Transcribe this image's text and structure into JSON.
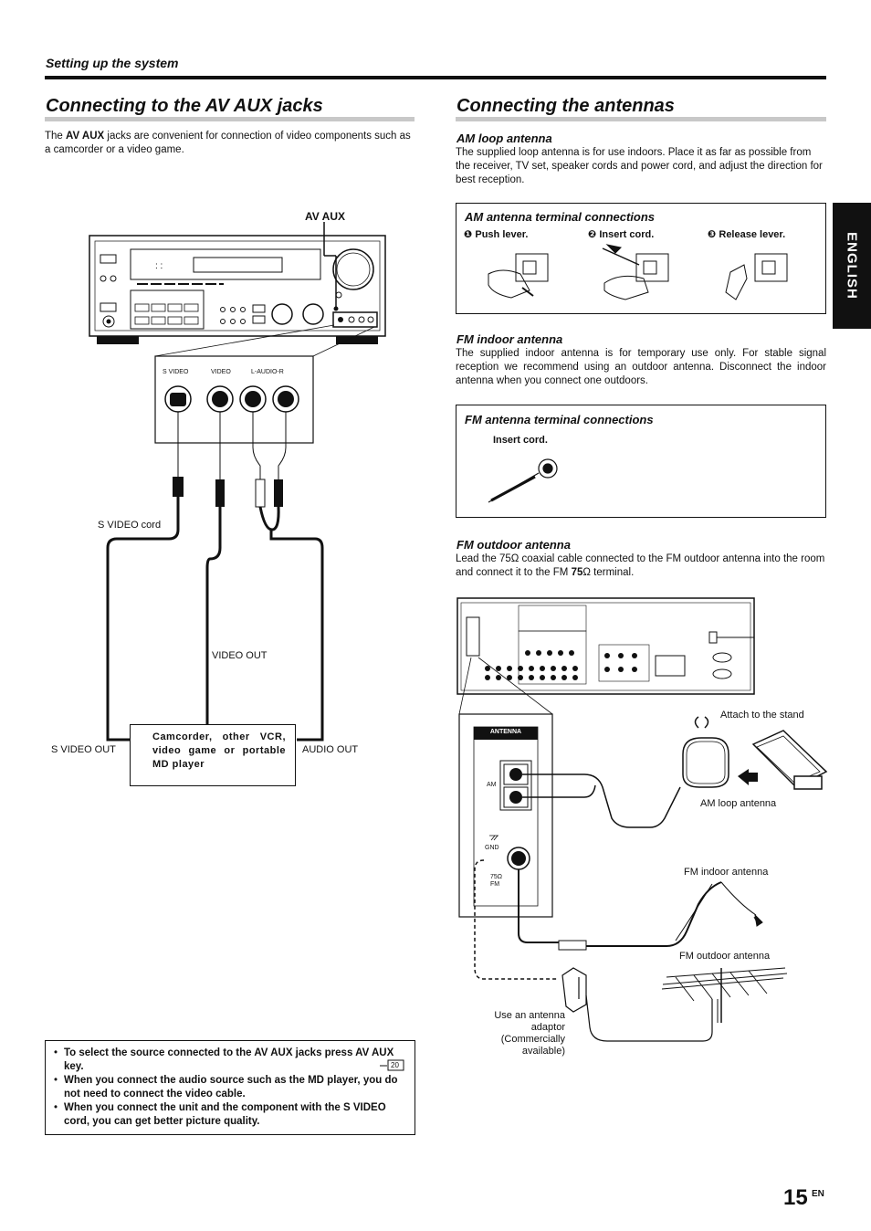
{
  "header": {
    "section": "Setting up the system"
  },
  "left": {
    "title": "Connecting to the AV AUX jacks",
    "intro_pre": "The ",
    "intro_bold": "AV AUX",
    "intro_post": " jacks are convenient for connection of video components such as a camcorder or a video game.",
    "av_aux_label": "AV AUX",
    "panel_labels": {
      "s_video": "S VIDEO",
      "video": "VIDEO",
      "audio": "L-AUDIO-R"
    },
    "s_video_cord": "S VIDEO cord",
    "video_out": "VIDEO OUT",
    "s_video_out": "S VIDEO OUT",
    "audio_out": "AUDIO OUT",
    "device_box": "Camcorder, other VCR, video game or portable MD player",
    "notes": [
      "To select the source connected to the AV AUX jacks press AV AUX key.",
      "When you connect the audio source such as the MD player, you do not need to connect the video cable.",
      "When you connect the unit and the component with the S VIDEO cord, you can get better picture quality."
    ],
    "note_ref_page": "20"
  },
  "right": {
    "title": "Connecting the antennas",
    "am": {
      "heading": "AM loop antenna",
      "text": "The supplied loop antenna is for use indoors. Place it as far as possible from the receiver, TV set, speaker cords and power cord, and adjust the direction for best reception.",
      "box_title": "AM antenna terminal connections",
      "steps": [
        "❶ Push lever.",
        "❷ Insert cord.",
        "❸ Release lever."
      ]
    },
    "fm_indoor": {
      "heading": "FM indoor antenna",
      "text": "The supplied indoor antenna is for temporary use only. For stable signal reception we recommend using an outdoor antenna. Disconnect the indoor antenna when you connect one outdoors.",
      "box_title": "FM antenna terminal connections",
      "insert": "Insert cord."
    },
    "fm_outdoor": {
      "heading": "FM outdoor antenna",
      "text_pre": "Lead the 75Ω coaxial cable connected to the FM outdoor antenna into the room and connect it to the FM ",
      "text_bold": "75",
      "text_post": "Ω terminal."
    },
    "diagram": {
      "antenna_panel": "ANTENNA",
      "am_label": "AM",
      "gnd_label": "GND",
      "fm75_label": "75Ω FM",
      "attach": "Attach to the stand",
      "am_loop": "AM loop antenna",
      "fm_indoor": "FM indoor antenna",
      "fm_outdoor": "FM outdoor antenna",
      "adaptor": "Use an antenna adaptor (Commercially available)"
    }
  },
  "side_tab": "ENGLISH",
  "footer": {
    "page_number": "15",
    "lang": "EN"
  }
}
